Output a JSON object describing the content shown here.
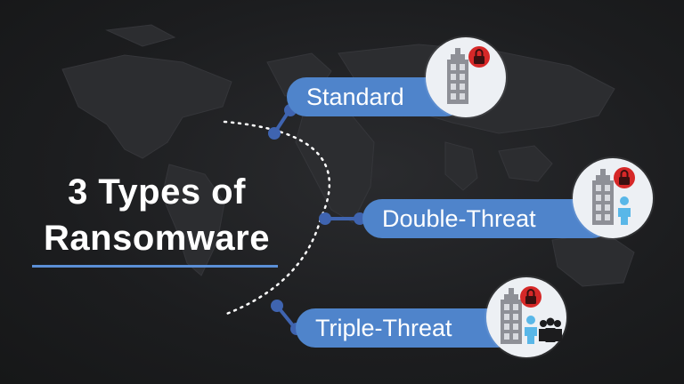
{
  "title": {
    "line1": "3 Types of",
    "line2": "Ransomware"
  },
  "types": [
    {
      "label": "Standard",
      "icon": "building-lock-icon"
    },
    {
      "label": "Double-Threat",
      "icon": "building-lock-person-icon"
    },
    {
      "label": "Triple-Threat",
      "icon": "building-lock-people-icon"
    }
  ],
  "colors": {
    "background": "#1b1c1e",
    "accent_blue": "#4f84cb",
    "node_blue": "#3f64b0",
    "lock_red": "#d62828",
    "person_blue": "#59b7e8",
    "building_gray": "#8e9097"
  }
}
